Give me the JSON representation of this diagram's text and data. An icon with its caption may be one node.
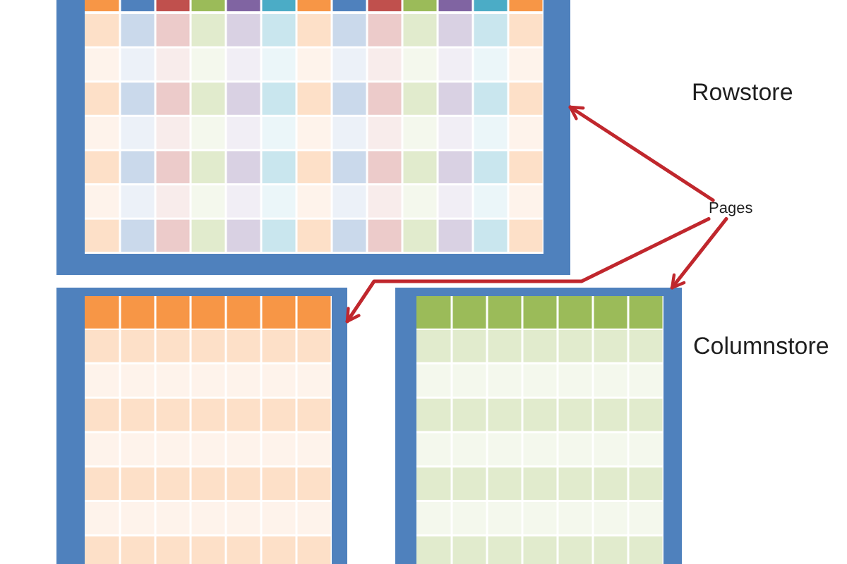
{
  "diagram": {
    "nodes": [
      {
        "text": [],
        "shape": "grid"
      },
      {
        "text": [
          "Pages"
        ]
      },
      {
        "text": [],
        "shape": "grid"
      },
      {
        "text": [],
        "shape": "grid"
      }
    ],
    "edges": [
      {
        "from": 1,
        "to": 0,
        "arrow": "to"
      },
      {
        "from": 1,
        "to": 2,
        "arrow": "to"
      },
      {
        "from": 1,
        "to": 3,
        "arrow": "to"
      }
    ],
    "labels": [
      "Rowstore",
      "Columnstore"
    ]
  }
}
